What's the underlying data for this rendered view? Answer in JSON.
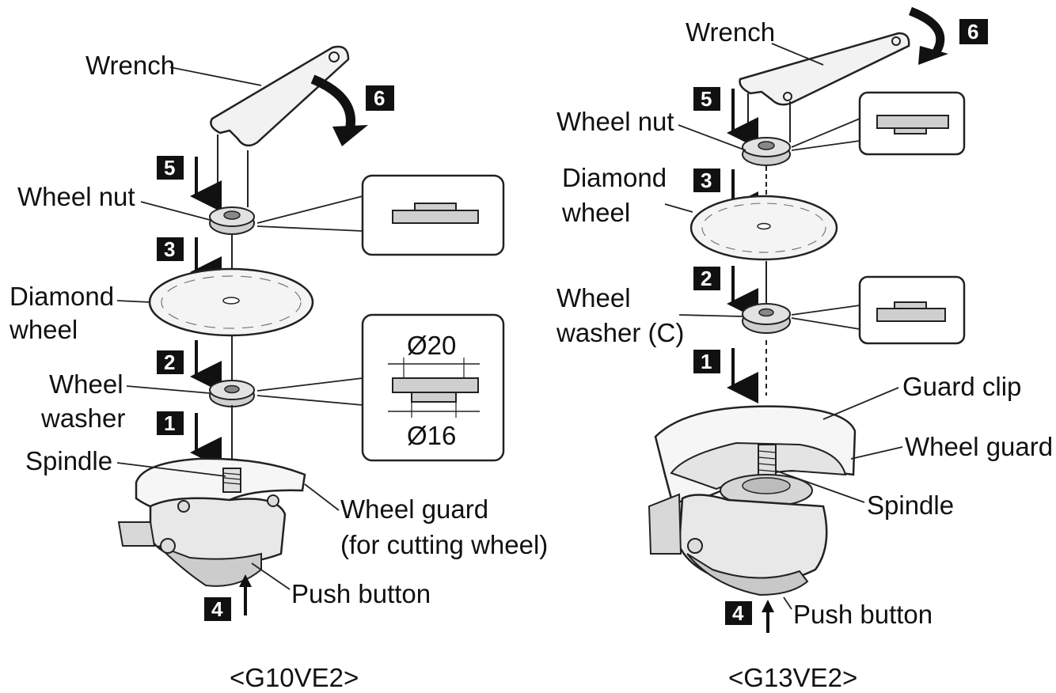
{
  "left_panel": {
    "model": "<G10VE2>",
    "labels": {
      "wrench": "Wrench",
      "wheel_nut": "Wheel nut",
      "diamond_wheel_line1": "Diamond",
      "diamond_wheel_line2": "wheel",
      "wheel_washer_line1": "Wheel",
      "wheel_washer_line2": "washer",
      "spindle": "Spindle",
      "wheel_guard_line1": "Wheel guard",
      "wheel_guard_line2": "(for cutting wheel)",
      "push_button": "Push button"
    },
    "dimensions": {
      "outer": "Ø20",
      "inner": "Ø16"
    },
    "steps": [
      "1",
      "2",
      "3",
      "4",
      "5",
      "6"
    ]
  },
  "right_panel": {
    "model": "<G13VE2>",
    "labels": {
      "wrench": "Wrench",
      "wheel_nut": "Wheel nut",
      "diamond_wheel_line1": "Diamond",
      "diamond_wheel_line2": "wheel",
      "wheel_washer_line1": "Wheel",
      "wheel_washer_line2": "washer (C)",
      "guard_clip": "Guard clip",
      "wheel_guard": "Wheel guard",
      "spindle": "Spindle",
      "push_button": "Push button"
    },
    "steps": [
      "1",
      "2",
      "3",
      "4",
      "5",
      "6"
    ]
  },
  "colors": {
    "step_badge": "#111111",
    "part_gray": "#cfcfcf",
    "line": "#222222"
  }
}
